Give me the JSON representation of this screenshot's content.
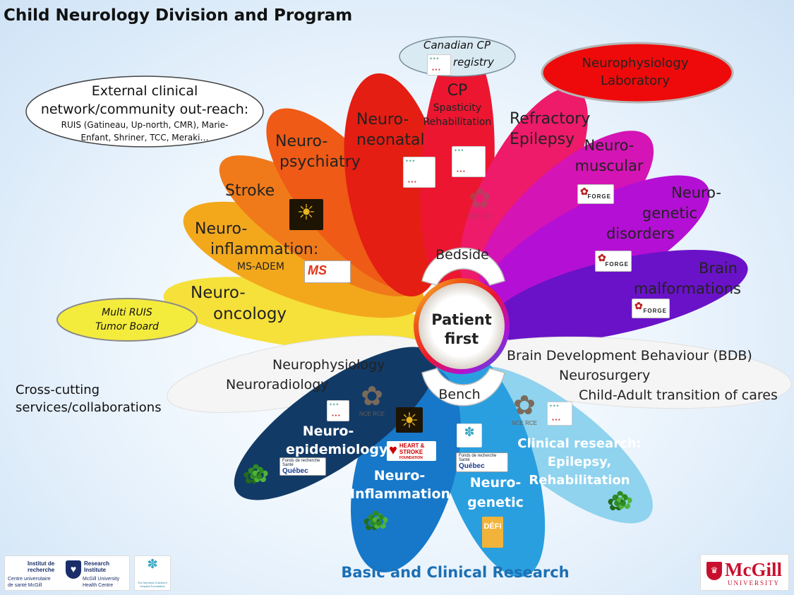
{
  "title": "Child Neurology Division and Program",
  "center": {
    "line1": "Patient",
    "line2": "first"
  },
  "arches": {
    "top": "Bedside",
    "bottom": "Bench"
  },
  "petals": {
    "neuro_oncology": [
      "Neuro-",
      "oncology"
    ],
    "neuro_inflammation": [
      "Neuro-",
      "inflammation:",
      "MS-ADEM"
    ],
    "stroke": "Stroke",
    "neuro_psychiatry": [
      "Neuro-",
      "psychiatry"
    ],
    "neuro_neonatal": [
      "Neuro-",
      "neonatal"
    ],
    "cp": [
      "CP",
      "Spasticity",
      "Rehabilitation"
    ],
    "refractory_epilepsy": [
      "Refractory",
      "Epilepsy"
    ],
    "neuro_muscular": [
      "Neuro-",
      "muscular"
    ],
    "neuro_genetic_disorders": [
      "Neuro-",
      "genetic",
      "disorders"
    ],
    "brain_malformations": [
      "Brain",
      "malformations"
    ]
  },
  "bottom_petals": {
    "left_white": [
      "Neurophysiology",
      "Neuroradiology"
    ],
    "right_white": [
      "Brain Development Behaviour (BDB)",
      "Neurosurgery",
      "Child-Adult transition of cares"
    ],
    "neuro_epidemiology": [
      "Neuro-",
      "epidemiology"
    ],
    "neuro_inflammation": [
      "Neuro-",
      "Inflammation"
    ],
    "neuro_genetic": [
      "Neuro-",
      "genetic"
    ],
    "clinical_research": [
      "Clinical research:",
      "Epilepsy,",
      "Rehabilitation"
    ]
  },
  "callouts": {
    "external": [
      "External clinical",
      "network/community out-reach:",
      "RUIS (Gatineau, Up-north, CMR), Marie-",
      "Enfant, Shriner, TCC, Meraki…"
    ],
    "canadian_cp": [
      "Canadian CP",
      "registry"
    ],
    "neurophysiology_lab": [
      "Neurophysiology",
      "Laboratory"
    ],
    "multi_ruis": [
      "Multi RUIS",
      "Tumor Board"
    ],
    "cross_cutting": [
      "Cross-cutting",
      "services/collaborations"
    ]
  },
  "logos": {
    "forge": "FORGE",
    "nce_rce": "NCE RCE",
    "quebec": [
      "Fonds de recherche Santé",
      "Québec"
    ],
    "heart_stroke": [
      "HEART &",
      "STROKE",
      "FOUNDATION"
    ],
    "ms": "MS",
    "defi": "DÉFI",
    "mcgill": [
      "McGill",
      "UNIVERSITY"
    ],
    "institute": [
      "Institut de",
      "recherche",
      "Research",
      "Institute",
      "Centre universitaire",
      "de santé McGill",
      "McGill University",
      "Health Centre"
    ],
    "mcch_foundation": "The Montreal Children's Hospital Foundation"
  },
  "footer": "Basic and Clinical Research",
  "colors": {
    "neuro_oncology": "#f6e03a",
    "neuro_inflammation": "#f3a81c",
    "stroke": "#f07a1a",
    "neuro_psychiatry": "#ef5a16",
    "neuro_neonatal": "#e41e12",
    "cp": "#ec1630",
    "refractory_epilepsy": "#ee1a6a",
    "neuro_muscular": "#d414b4",
    "neuro_genetic_disorders": "#b40fd4",
    "brain_malformations": "#6a12c8",
    "neuro_epidemiology": "#123a66",
    "bottom_inflammation": "#1778c9",
    "bottom_genetic": "#2a9fe0",
    "clinical_research": "#8fd3ee",
    "footer": "#1c6fb4"
  }
}
